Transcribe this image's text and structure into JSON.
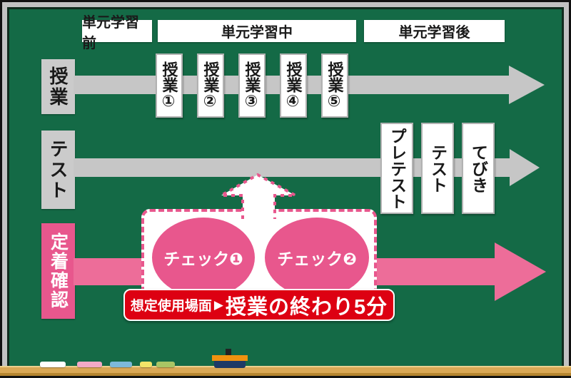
{
  "phases": [
    {
      "label": "単元学習前"
    },
    {
      "label": "単元学習中"
    },
    {
      "label": "単元学習後"
    }
  ],
  "rows": {
    "lesson": "授業",
    "test": "テスト",
    "retention": "定着確認"
  },
  "lesson_boxes": [
    "授業①",
    "授業②",
    "授業③",
    "授業④",
    "授業⑤"
  ],
  "test_boxes": [
    "プレテスト",
    "テスト",
    "てびき"
  ],
  "checks": [
    "チェック❶",
    "チェック❷"
  ],
  "usage_note": {
    "prefix": "想定使用場面",
    "marker": "▶",
    "text": "授業の終わり5分"
  },
  "colors": {
    "green": "#146a46",
    "frame-gray": "#c2c2c2",
    "arrow-gray": "#c6c6c6",
    "label-gray": "#cbcbcb",
    "pink": "#ed6d99",
    "deep-pink": "#e8578d",
    "red": "#dd0012",
    "tray": "#d9a855"
  },
  "tray": {
    "chalk_colors": [
      "#ffffff",
      "#f2aac6",
      "#7db9d9",
      "#f3e468",
      "#a9c564"
    ],
    "eraser": {
      "body": "#1d3a66",
      "band": "#f0920f",
      "handle": "#222222"
    }
  }
}
